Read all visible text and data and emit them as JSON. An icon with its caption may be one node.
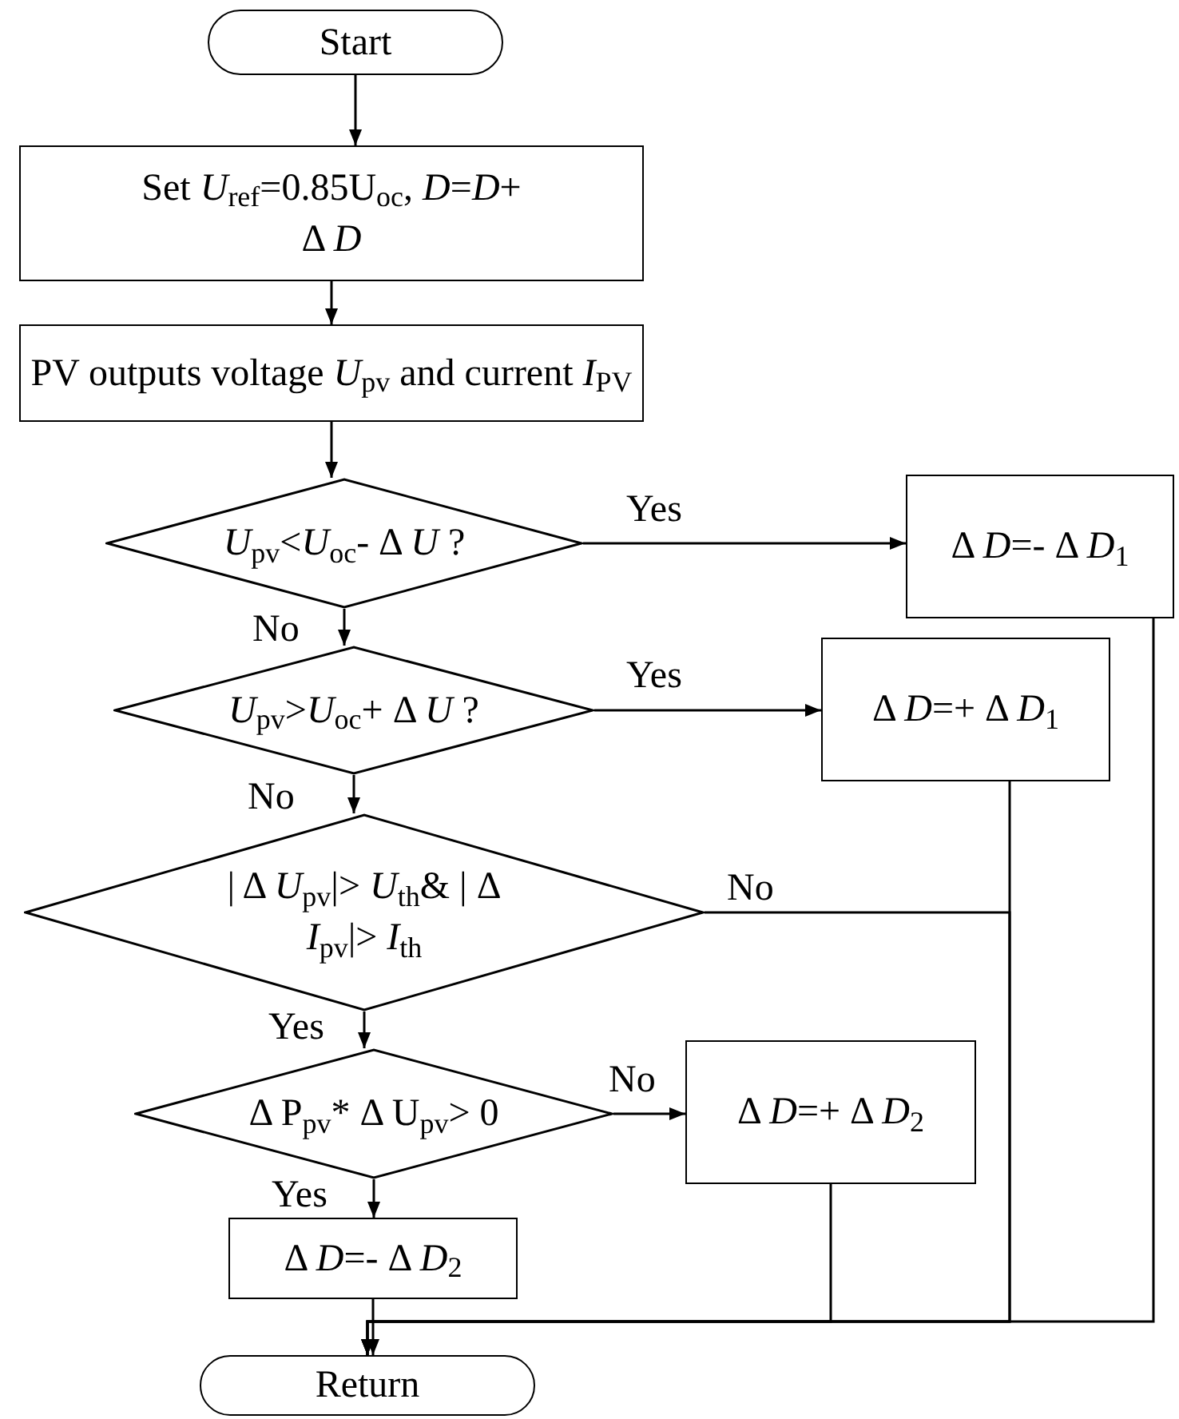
{
  "diagram": {
    "nodes": [
      {
        "text": [
          "Start"
        ]
      },
      {
        "text": [
          "Set *U*$_{ref}$=0.85U$_{oc}$, *D*=*D*+ Δ *D*"
        ]
      },
      {
        "text": [
          "PV outputs voltage *U*$_{pv}$ and current *I*$_{PV}$"
        ]
      },
      {
        "text": [
          "*U*$_{pv}$<*U*$_{oc}$- Δ *U* ?"
        ]
      },
      {
        "text": [
          "Δ *D*=- Δ *D*$_{1}$"
        ]
      },
      {
        "text": [
          "*U*$_{pv}$>*U*$_{oc}$+ Δ *U* ?"
        ]
      },
      {
        "text": [
          "Δ *D*=+ Δ *D*$_{1}$"
        ]
      },
      {
        "text": [
          "| Δ *U*$_{pv}$|> *U*$_{th}$& | Δ *I*$_{pv}$|> *I*$_{th}$"
        ]
      },
      {
        "text": [
          "Δ P$_{pv}$* Δ U$_{pv}$> 0"
        ]
      },
      {
        "text": [
          "Δ *D*=+ Δ *D*$_{2}$"
        ]
      },
      {
        "text": [
          "Δ *D*=- Δ *D*$_{2}$"
        ]
      },
      {
        "text": [
          "Return"
        ]
      }
    ],
    "edges": [
      {
        "from": 0,
        "to": 1,
        "arrow": "to"
      },
      {
        "from": 1,
        "to": 2,
        "arrow": "to"
      },
      {
        "from": 2,
        "to": 3,
        "arrow": "to"
      },
      {
        "from": 3,
        "to": 4,
        "arrow": "to",
        "label": "Yes"
      },
      {
        "from": 3,
        "to": 5,
        "arrow": "to",
        "label": "No"
      },
      {
        "from": 5,
        "to": 6,
        "arrow": "to",
        "label": "Yes"
      },
      {
        "from": 5,
        "to": 7,
        "arrow": "to",
        "label": "No"
      },
      {
        "from": 7,
        "to": 11,
        "arrow": "to",
        "label": "No"
      },
      {
        "from": 7,
        "to": 8,
        "arrow": "to",
        "label": "Yes"
      },
      {
        "from": 8,
        "to": 9,
        "arrow": "to",
        "label": "No"
      },
      {
        "from": 8,
        "to": 10,
        "arrow": "to",
        "label": "Yes"
      },
      {
        "from": 10,
        "to": 11,
        "arrow": "to"
      },
      {
        "from": 9,
        "to": 11,
        "arrow": "to"
      },
      {
        "from": 6,
        "to": 11,
        "arrow": "to"
      },
      {
        "from": 4,
        "to": 11,
        "arrow": "to"
      }
    ]
  }
}
